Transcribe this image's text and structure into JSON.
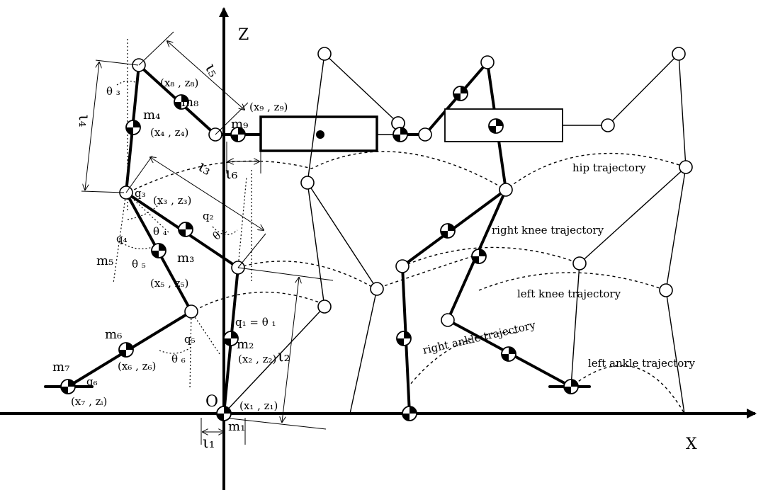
{
  "axes": {
    "z_label": "Z",
    "x_label": "X",
    "origin_label": "O"
  },
  "lengths": {
    "l1": "ι₁",
    "l2": "ι₂",
    "l3": "ι₃",
    "l4": "ι₄",
    "l5": "ι₅",
    "l6": "ι₆"
  },
  "masses": {
    "m1": "m₁",
    "m2": "m₂",
    "m3": "m₃",
    "m4": "m₄",
    "m5": "m₅",
    "m6": "m₆",
    "m7": "m₇",
    "m8": "m₈",
    "m9": "m₉"
  },
  "coords": {
    "c1": "(x₁ , z₁)",
    "c2": "(x₂ , z₂)",
    "c3": "(x₃ , z₃)",
    "c4": "(x₄ , z₄)",
    "c5": "(x₅ , z₅)",
    "c6": "(x₆ , z₆)",
    "c7": "(x₇ , zᵢ)",
    "c8": "(x₈ , z₈)",
    "c9": "(x₉ , z₉)"
  },
  "angles": {
    "q1_theta1": "q₁ = θ ₁",
    "q2": "q₂",
    "q3": "q₃",
    "q4": "q₄",
    "q5": "q₅",
    "q6": "q₆",
    "theta2": "θ ₂",
    "theta3": "θ ₃",
    "theta4": "θ ₄",
    "theta5": "θ ₅",
    "theta6": "θ ₆"
  },
  "trajectories": {
    "hip": "hip trajectory",
    "right_knee": "right knee trajectory",
    "left_knee": "left knee trajectory",
    "right_ankle": "right ankle trajectory",
    "left_ankle": "left ankle trajectory"
  }
}
